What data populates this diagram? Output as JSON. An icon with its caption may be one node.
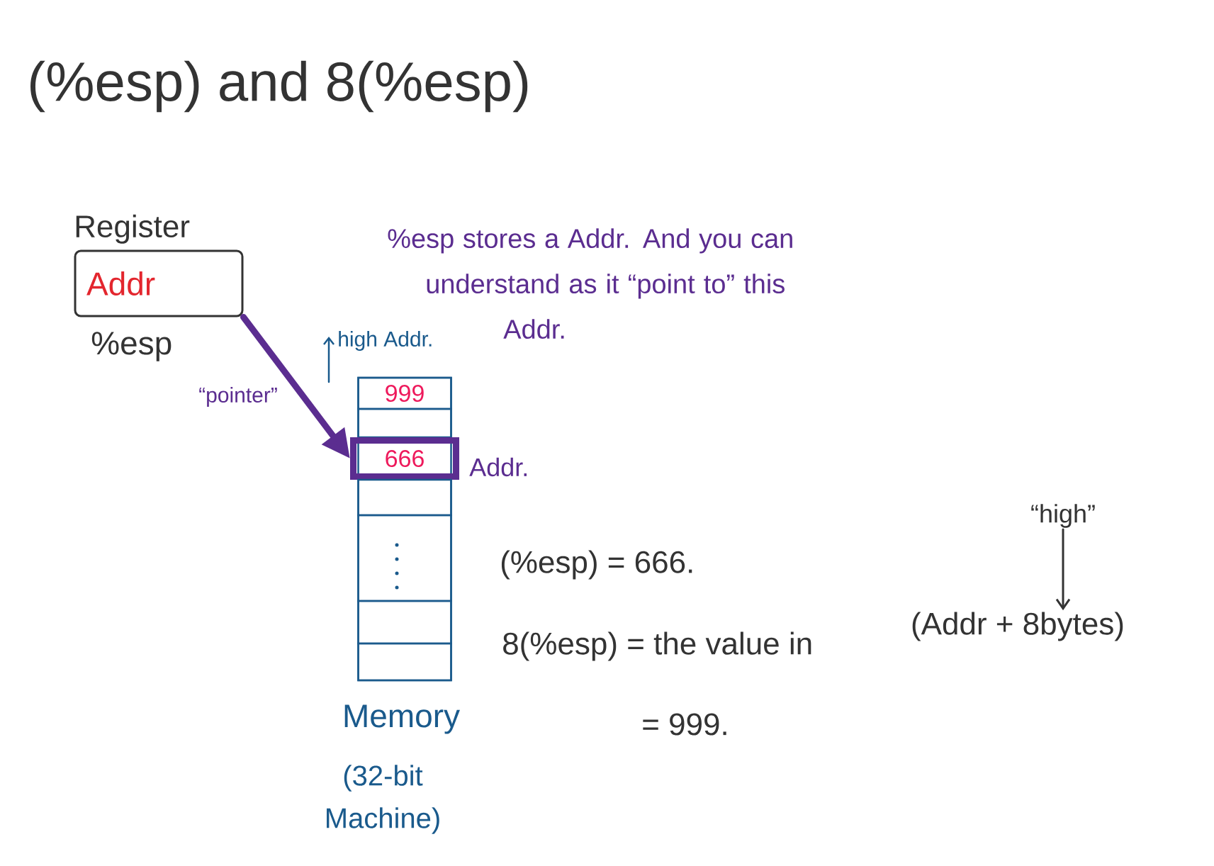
{
  "diagram": {
    "title": "(%esp) and 8(%esp)",
    "nodes": [
      {
        "text": [
          "Register",
          "Addr"
        ],
        "beside": [
          "%esp"
        ]
      },
      {
        "text": [
          "Memory",
          "(32-bit Machine)"
        ]
      },
      {
        "text": [
          "999"
        ],
        "in": 1
      },
      {
        "text": [],
        "shape": "box",
        "in": 1
      },
      {
        "text": [
          "666"
        ],
        "in": 1,
        "beside": [
          "Addr."
        ]
      },
      {
        "text": [],
        "shape": "box",
        "in": 1
      },
      {
        "text": [],
        "shape": "box",
        "in": 1
      },
      {
        "text": [],
        "shape": "box",
        "in": 1
      },
      {
        "text": [],
        "shape": "box",
        "in": 1
      },
      {
        "text": [
          "“high”"
        ]
      },
      {
        "text": [
          "(Addr + 8bytes)"
        ]
      }
    ],
    "edges": [
      {
        "from": 0,
        "to": 4,
        "arrow": "to",
        "label": "“pointer”",
        "style": "thick",
        "color": "#5b2d90"
      },
      {
        "from": 9,
        "to": 10,
        "arrow": "to",
        "color": "#333333"
      }
    ],
    "labels": [
      "%esp stores a Addr. And you can understand as it “point to” this Addr.",
      "high Addr.",
      "(%esp) = 666.",
      "8(%esp) = the value in",
      "= 999."
    ]
  }
}
